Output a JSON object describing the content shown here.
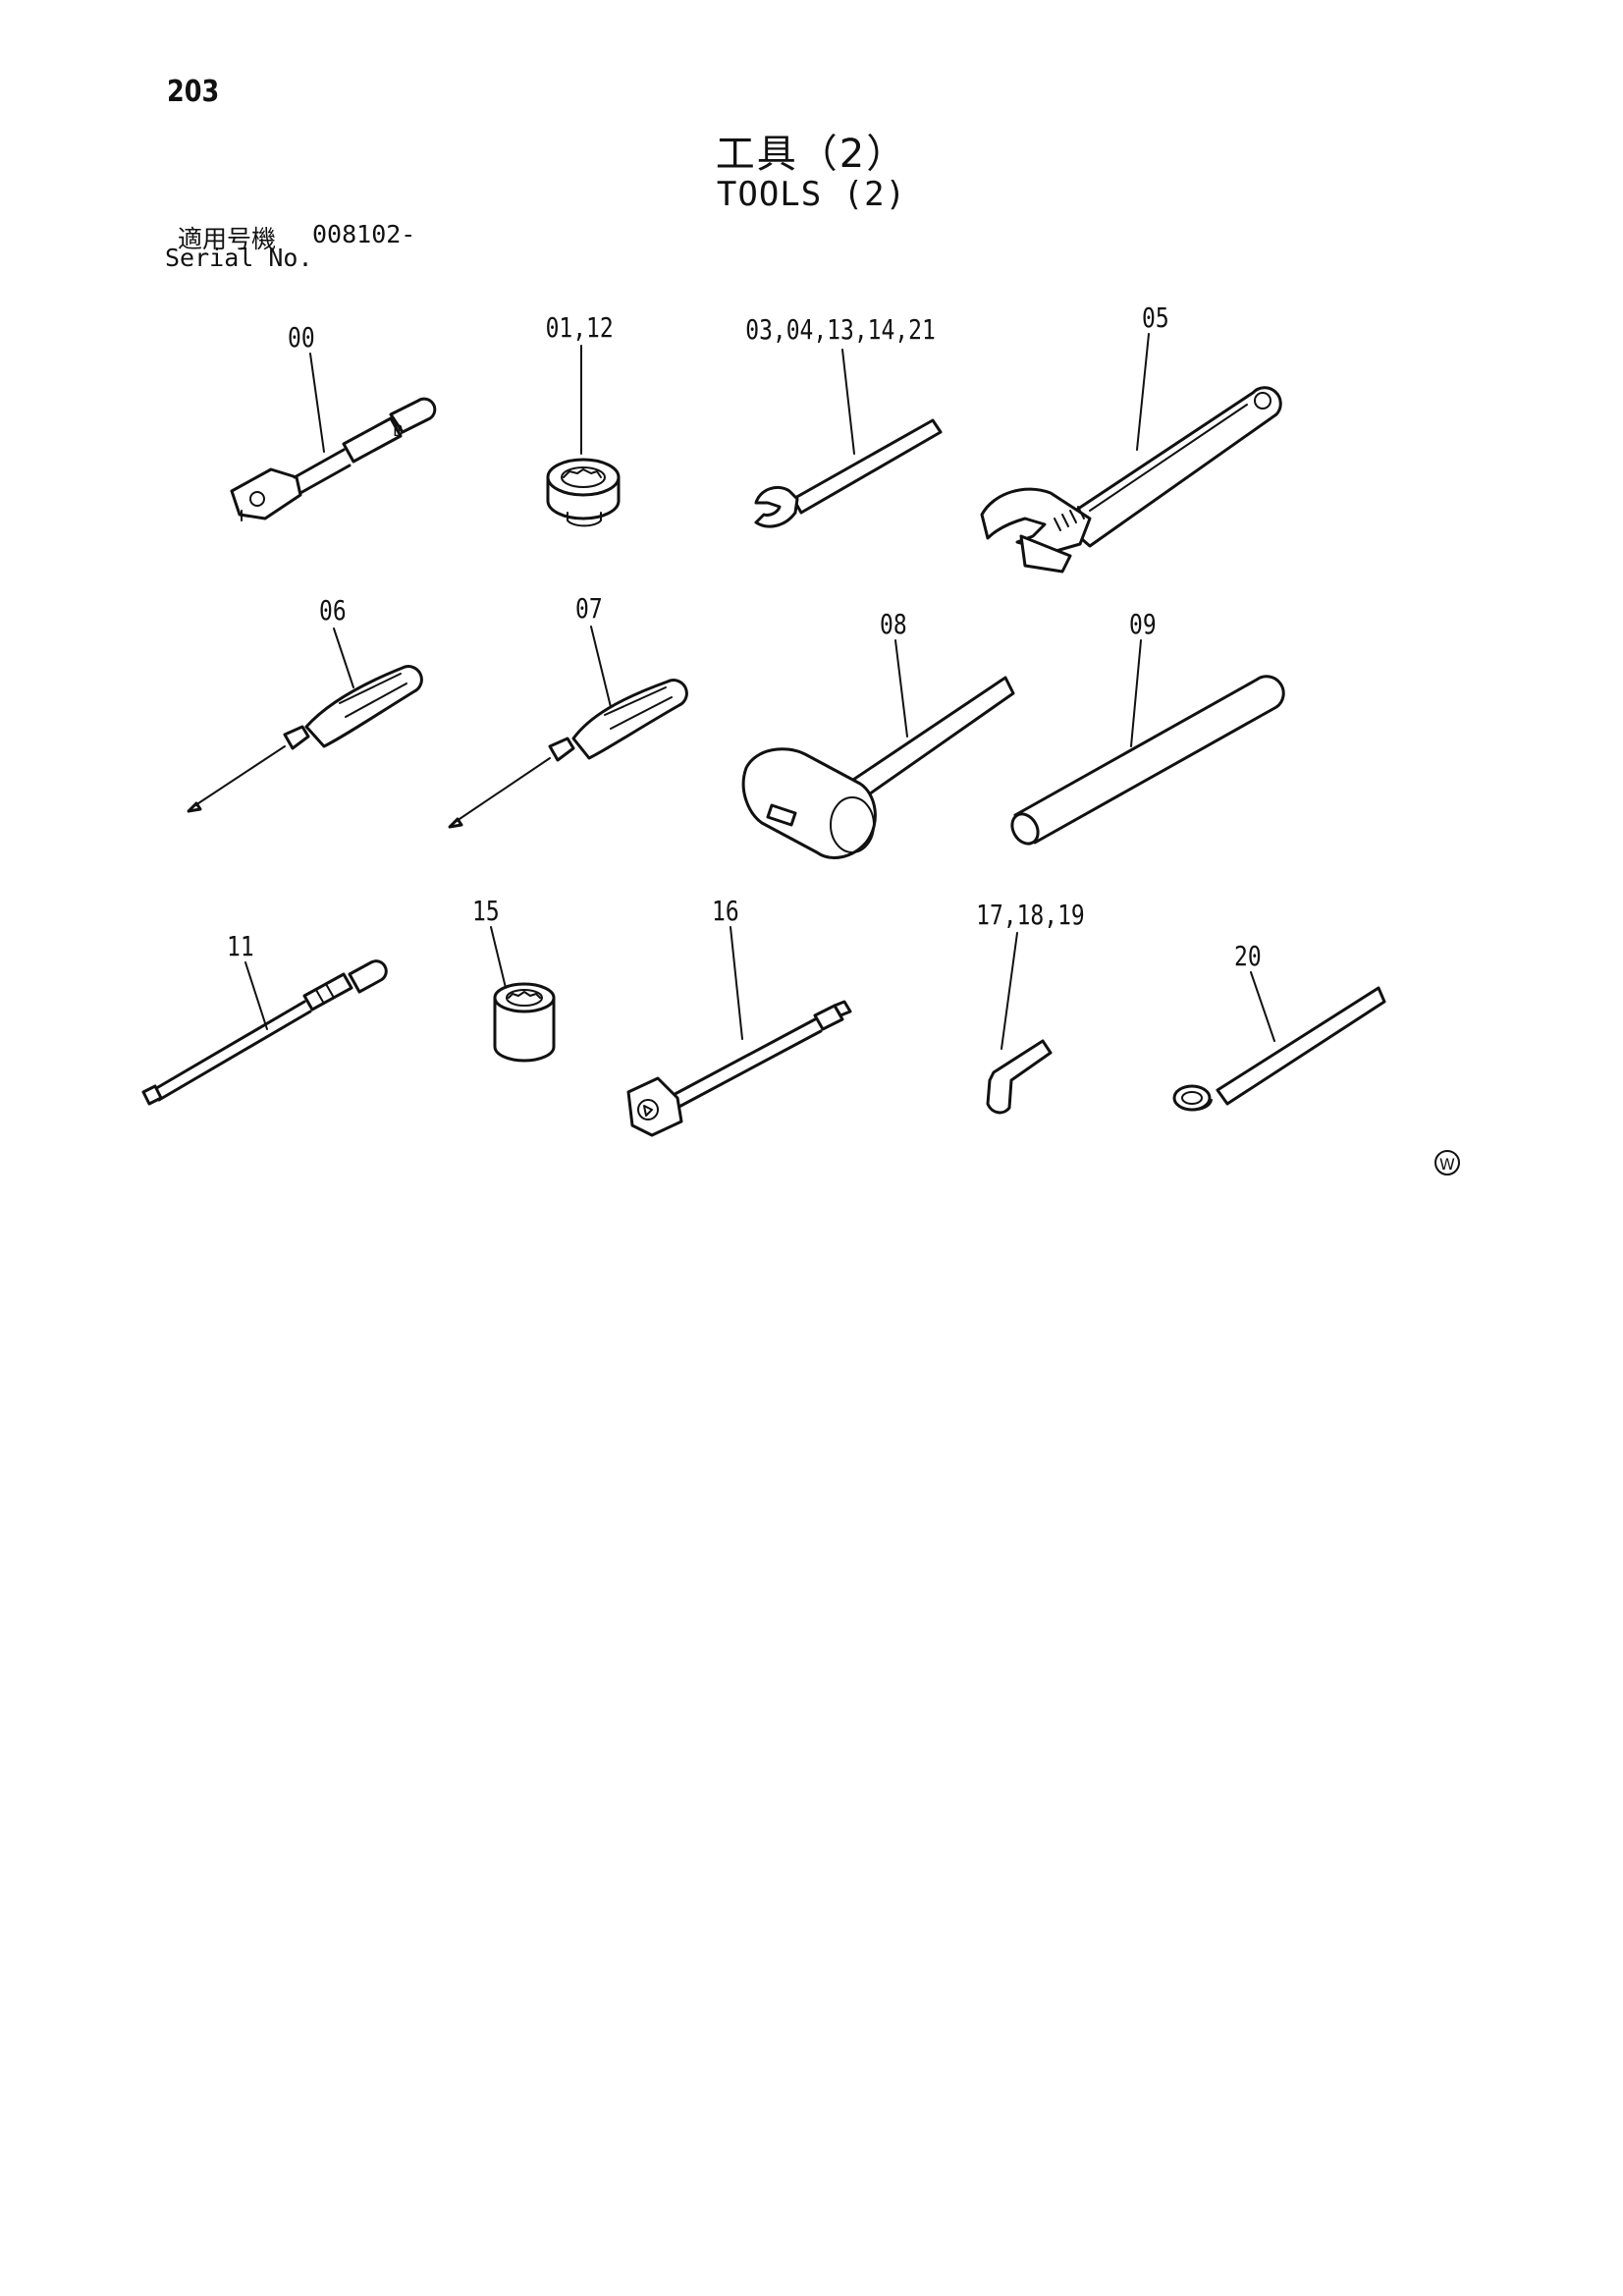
{
  "page_number": "203",
  "title_jp": "工具（2）",
  "title_en": "TOOLS (2)",
  "serial": {
    "label_jp": "適用号機",
    "value": "008102-",
    "label_en": "Serial No."
  },
  "callouts": [
    "00",
    "01,12",
    "03,04,13,14,21",
    "05",
    "06",
    "07",
    "08",
    "09",
    "11",
    "15",
    "16",
    "17,18,19",
    "20"
  ],
  "watermark_symbol": "W",
  "icons": [
    "torque-wrench-icon",
    "socket-icon",
    "open-end-wrench-icon",
    "adjustable-wrench-icon",
    "screwdriver-icon",
    "hammer-icon",
    "pipe-icon",
    "extension-bar-icon",
    "box-wrench-icon",
    "hex-key-icon",
    "ring-wrench-icon",
    "w-circle-icon"
  ]
}
